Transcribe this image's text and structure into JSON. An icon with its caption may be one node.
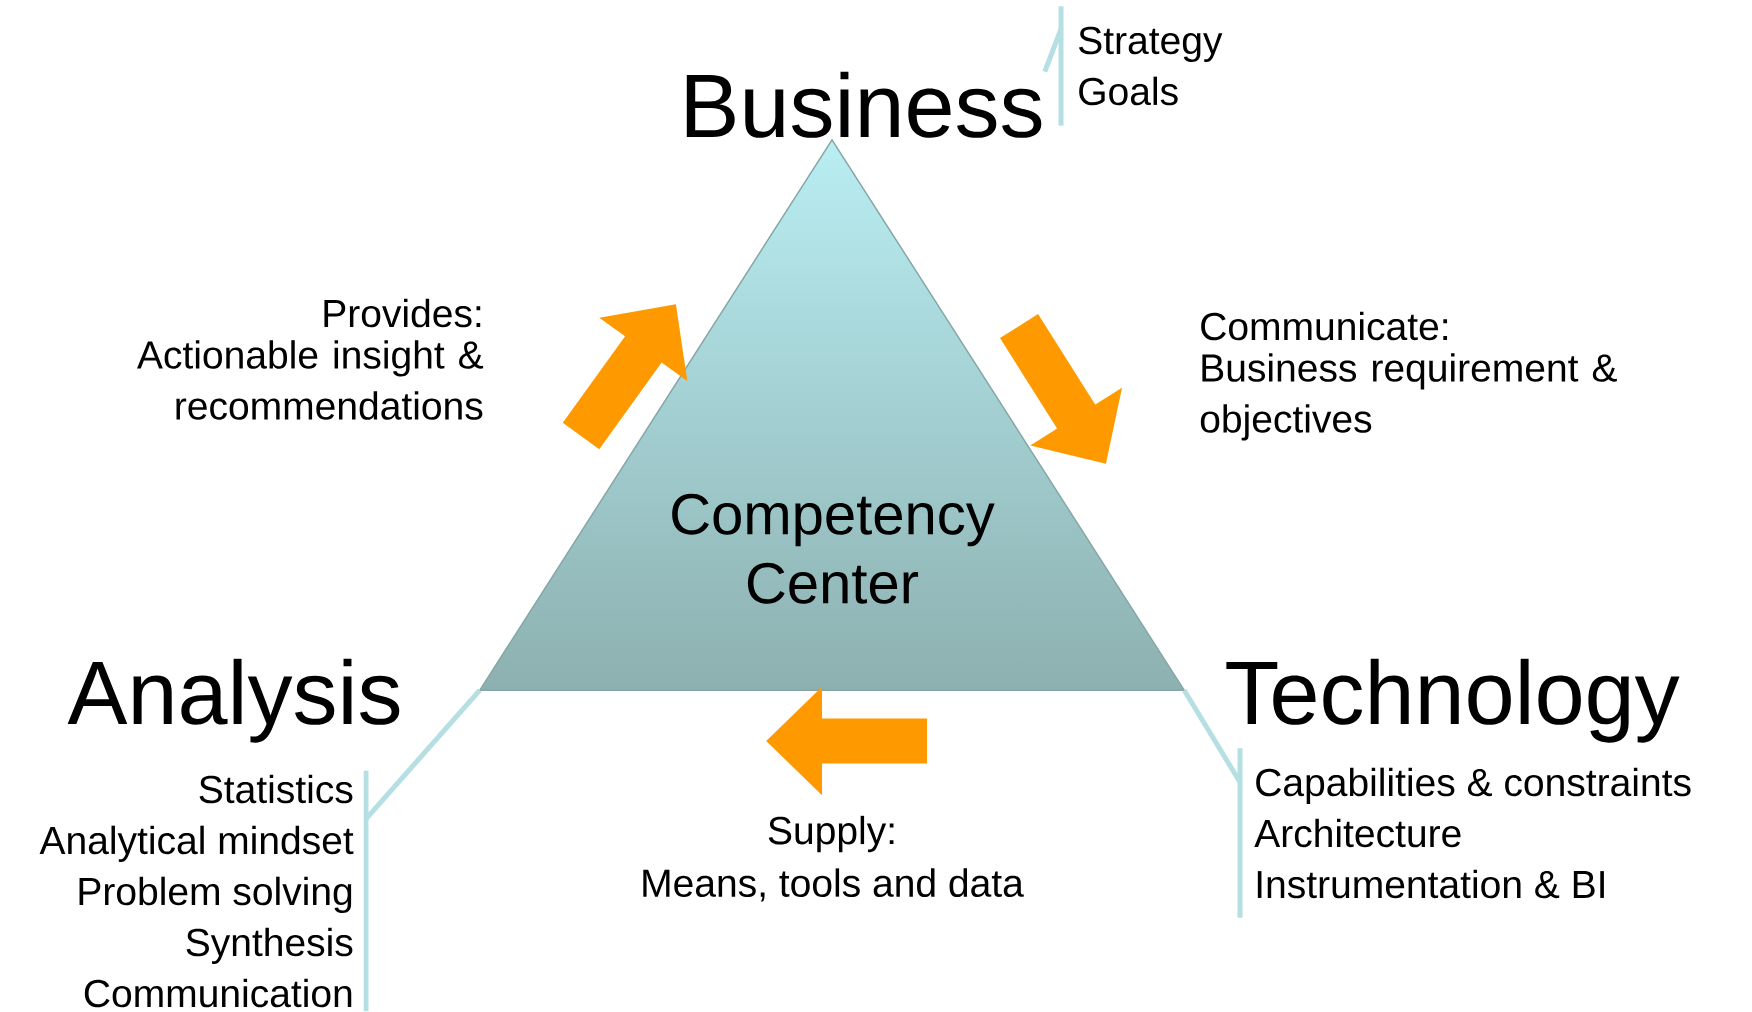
{
  "diagram": {
    "nodes": [
      {
        "text": [
          "Competency Center"
        ]
      },
      {
        "text": [
          "Business"
        ]
      },
      {
        "text": [
          "Analysis"
        ]
      },
      {
        "text": [
          "Technology"
        ]
      },
      {
        "text": [
          "Strategy",
          "Goals"
        ]
      },
      {
        "text": [
          "Statistics",
          "Analytical mindset",
          "Problem solving",
          "Synthesis",
          "Communication"
        ]
      },
      {
        "text": [
          "Capabilities & constraints",
          "Architecture",
          "Instrumentation & BI"
        ]
      }
    ],
    "edges": [
      {
        "from": 4,
        "to": 1,
        "arrow": "none"
      },
      {
        "from": 5,
        "to": 0,
        "arrow": "none"
      },
      {
        "from": 6,
        "to": 0,
        "arrow": "none"
      }
    ],
    "labels": [
      "Provides:",
      "Actionable insight & recommendations",
      "Communicate:",
      "Business requirement & objectives",
      "Supply:",
      "Means, tools and data"
    ]
  }
}
